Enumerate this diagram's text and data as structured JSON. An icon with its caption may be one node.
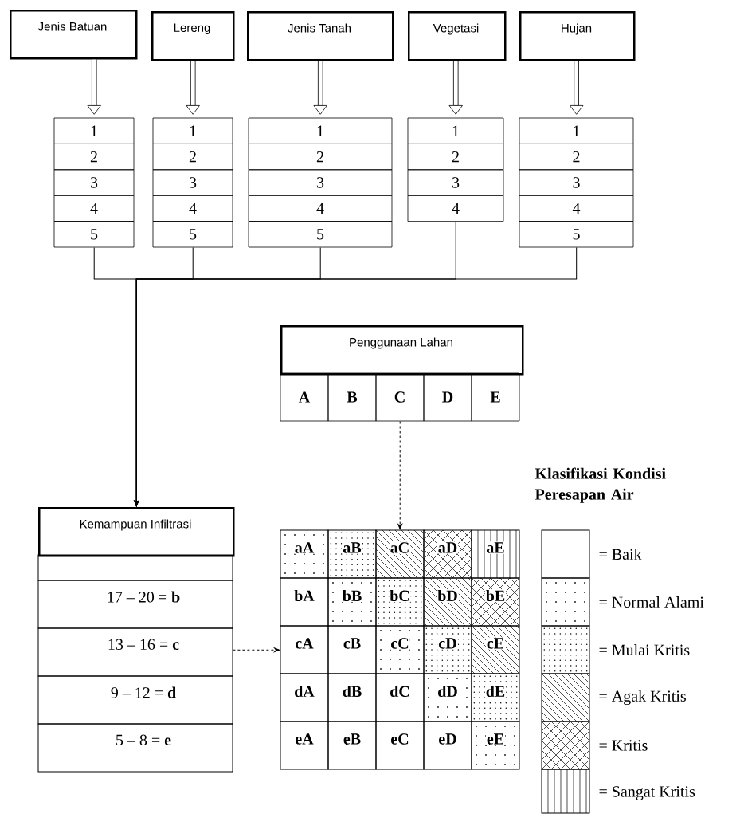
{
  "diagram": {
    "nodes": [
      {
        "text": [
          "Jenis Batuan"
        ]
      },
      {
        "text": [
          "Lereng"
        ]
      },
      {
        "text": [
          "Jenis Tanah"
        ]
      },
      {
        "text": [
          "Vegetasi"
        ]
      },
      {
        "text": [
          "Hujan"
        ]
      },
      {
        "text": [
          "1",
          "2",
          "3",
          "4",
          "5"
        ]
      },
      {
        "text": [
          "1",
          "2",
          "3",
          "4",
          "5"
        ]
      },
      {
        "text": [
          "1",
          "2",
          "3",
          "4",
          "5"
        ]
      },
      {
        "text": [
          "1",
          "2",
          "3",
          "4"
        ]
      },
      {
        "text": [
          "1",
          "2",
          "3",
          "4",
          "5"
        ]
      },
      {
        "text": [
          "Penggunaan Lahan"
        ]
      },
      {
        "text": [
          "A",
          "B",
          "C",
          "D",
          "E"
        ]
      },
      {
        "text": [
          "Kemampuan Infiltrasi"
        ]
      },
      {
        "text": [
          "17 – 20 = **b**",
          "13 – 16 = **c**",
          "9 – 12 = **d**",
          "5 – 8 = **e**"
        ]
      },
      {
        "text": [
          "aA",
          "aB",
          "aC",
          "aD",
          "aE",
          "bA",
          "bB",
          "bC",
          "bD",
          "bE",
          "cA",
          "cB",
          "cC",
          "cD",
          "cE",
          "dA",
          "dB",
          "dC",
          "dD",
          "dE",
          "eA",
          "eB",
          "eC",
          "eD",
          "eE"
        ]
      }
    ],
    "edges": [
      {
        "from": 0,
        "to": 5,
        "arrow": "to",
        "style": "thick"
      },
      {
        "from": 1,
        "to": 6,
        "arrow": "to",
        "style": "thick"
      },
      {
        "from": 2,
        "to": 7,
        "arrow": "to",
        "style": "thick"
      },
      {
        "from": 3,
        "to": 8,
        "arrow": "to",
        "style": "thick"
      },
      {
        "from": 4,
        "to": 9,
        "arrow": "to",
        "style": "thick"
      },
      {
        "from": 5,
        "to": 12,
        "arrow": "to"
      },
      {
        "from": 6,
        "to": 12,
        "arrow": "to"
      },
      {
        "from": 7,
        "to": 12,
        "arrow": "to"
      },
      {
        "from": 8,
        "to": 12,
        "arrow": "to"
      },
      {
        "from": 9,
        "to": 12,
        "arrow": "to"
      },
      {
        "from": 11,
        "to": 14,
        "arrow": "to",
        "style": "dashed"
      },
      {
        "from": 13,
        "to": 14,
        "arrow": "to",
        "style": "dashed"
      }
    ],
    "labels": [
      "Klasifikasi Kondisi Peresapan Air"
    ],
    "legend": [
      {
        "text": "= Baik"
      },
      {
        "text": "= Normal Alami"
      },
      {
        "text": "= Mulai Kritis"
      },
      {
        "text": "= Agak Kritis"
      },
      {
        "text": "= Kritis"
      },
      {
        "text": "= Sangat Kritis"
      }
    ]
  }
}
